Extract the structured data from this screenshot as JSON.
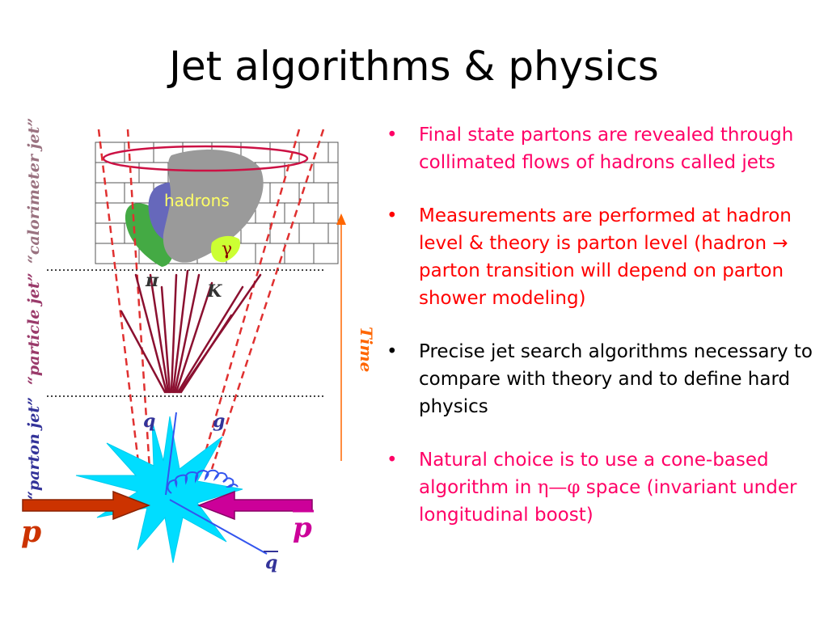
{
  "slide": {
    "title": "Jet algorithms & physics",
    "bullets": [
      {
        "text": "Final state partons are revealed through collimated flows of hadrons called jets",
        "color": "#ff0066"
      },
      {
        "text": "Measurements are performed at hadron level & theory is parton level (hadron → parton transition will depend on parton shower modeling)",
        "color": "#ff0000"
      },
      {
        "text": "Precise jet search algorithms necessary to compare with theory and to define hard physics",
        "color": "#000000"
      },
      {
        "text_before": "Natural choice is  to use  a cone-based algorithm in ",
        "symbol": "η—φ",
        "text_after": " space (invariant under longitudinal boost)",
        "color": "#ff0066"
      }
    ]
  },
  "diagram": {
    "labels": {
      "calorimeter_jet": "“calorimeter jet”",
      "particle_jet": "“particle jet”",
      "parton_jet": "“parton jet”",
      "hadrons": "hadrons",
      "gamma": "γ",
      "pi": "π",
      "kaon": "K",
      "quark": "q",
      "gluon": "g",
      "time": "Time",
      "proton": "p",
      "antiproton": "p",
      "antiquark": "q"
    },
    "colors": {
      "level_label": "#9a7280",
      "cone": "#e03030",
      "arrow_proton": "#cc3300",
      "arrow_antiproton": "#cc0099",
      "burst": "#00ddff",
      "time_axis": "#ff6600",
      "parton_lines": "#3355ee",
      "hadron_tracks": "#8b1030"
    }
  }
}
